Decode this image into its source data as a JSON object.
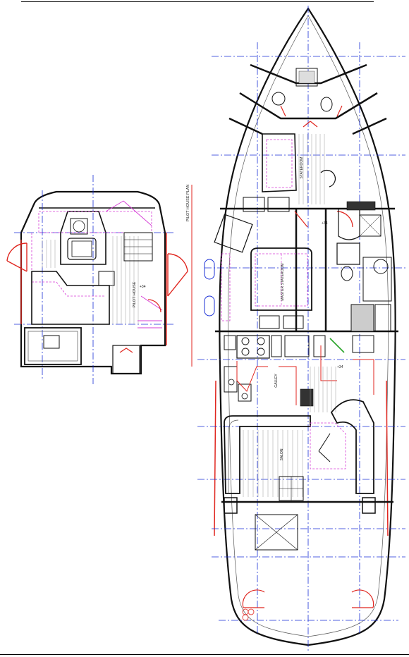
{
  "drawing": {
    "pilot_house_plan_title": "PILOT HOUSE PLAN",
    "pilot_house": {
      "room_label": "PILOT HOUSE",
      "level_mark": "+34"
    },
    "main_deck": {
      "rooms": {
        "stateroom": "STATEROOM",
        "master_stateroom": "MASTER STATEROOM",
        "galley": "GALLEY",
        "salon": "SALON"
      },
      "level_mark_upper": "+34",
      "level_mark_lower": "+34"
    },
    "colors": {
      "outline": "#111111",
      "centerline": "#1a2fd6",
      "furniture": "#d63cd6",
      "doors": "#e0261f"
    }
  }
}
